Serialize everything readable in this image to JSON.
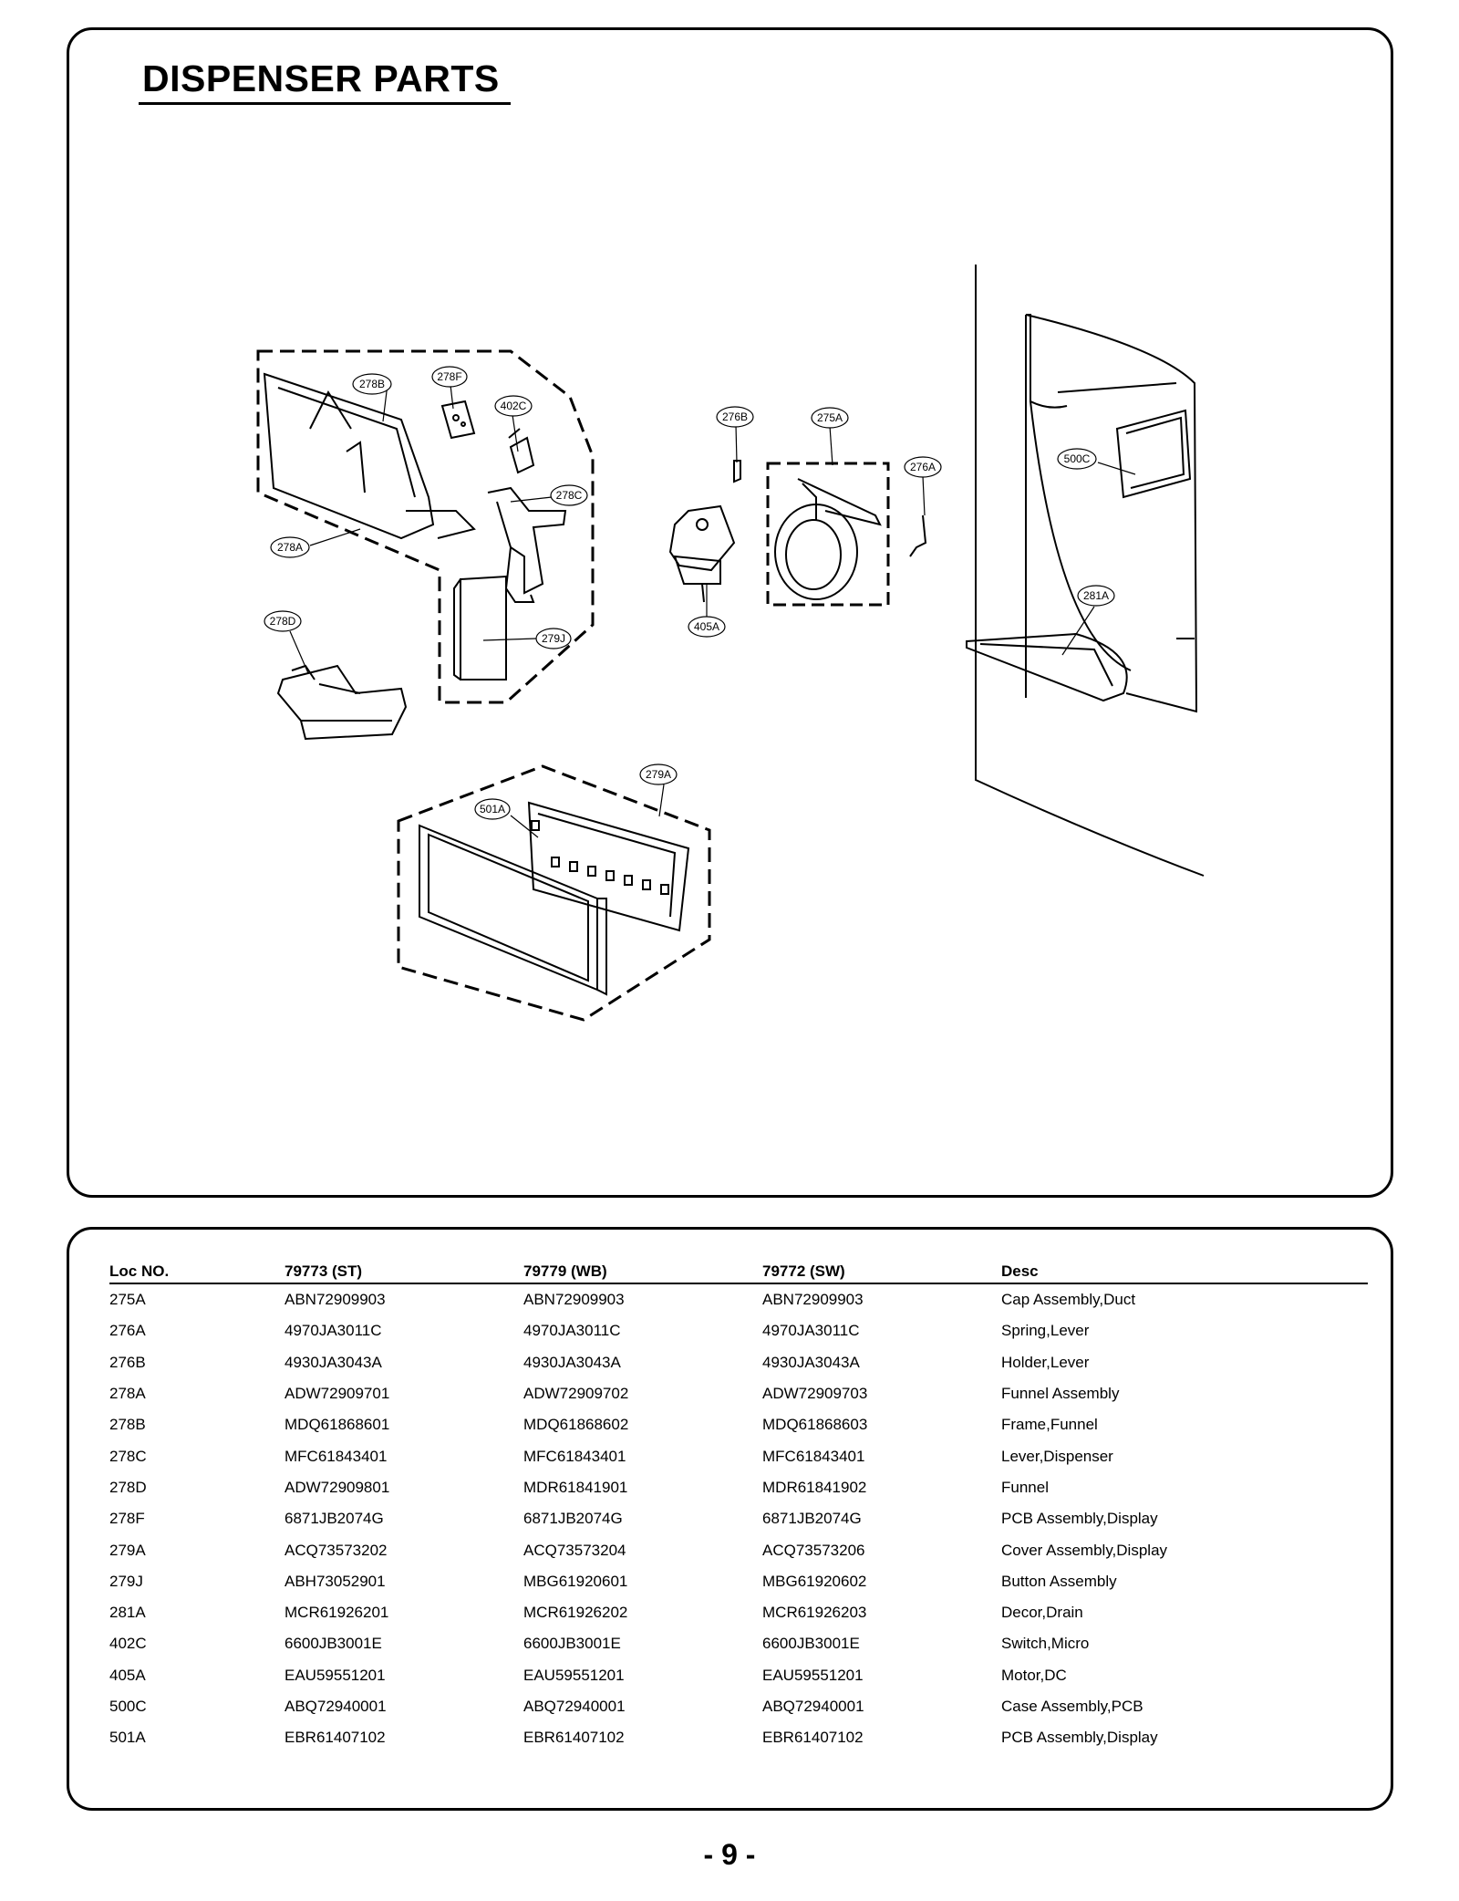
{
  "title": "DISPENSER PARTS",
  "callouts": {
    "c278B": "278B",
    "c278F": "278F",
    "c402C": "402C",
    "c278C": "278C",
    "c278A": "278A",
    "c278D": "278D",
    "c279J": "279J",
    "c276B": "276B",
    "c275A": "275A",
    "c276A": "276A",
    "c405A": "405A",
    "c500C": "500C",
    "c281A": "281A",
    "c279A": "279A",
    "c501A": "501A"
  },
  "table": {
    "headers": [
      "Loc NO.",
      "79773 (ST)",
      "79779 (WB)",
      "79772 (SW)",
      "Desc"
    ],
    "rows": [
      [
        "275A",
        "ABN72909903",
        "ABN72909903",
        "ABN72909903",
        "Cap Assembly,Duct"
      ],
      [
        "276A",
        "4970JA3011C",
        "4970JA3011C",
        "4970JA3011C",
        "Spring,Lever"
      ],
      [
        "276B",
        "4930JA3043A",
        "4930JA3043A",
        "4930JA3043A",
        "Holder,Lever"
      ],
      [
        "278A",
        "ADW72909701",
        "ADW72909702",
        "ADW72909703",
        "Funnel Assembly"
      ],
      [
        "278B",
        "MDQ61868601",
        "MDQ61868602",
        "MDQ61868603",
        "Frame,Funnel"
      ],
      [
        "278C",
        "MFC61843401",
        "MFC61843401",
        "MFC61843401",
        "Lever,Dispenser"
      ],
      [
        "278D",
        "ADW72909801",
        "MDR61841901",
        "MDR61841902",
        "Funnel"
      ],
      [
        "278F",
        "6871JB2074G",
        "6871JB2074G",
        "6871JB2074G",
        "PCB Assembly,Display"
      ],
      [
        "279A",
        "ACQ73573202",
        "ACQ73573204",
        "ACQ73573206",
        "Cover Assembly,Display"
      ],
      [
        "279J",
        "ABH73052901",
        "MBG61920601",
        "MBG61920602",
        "Button Assembly"
      ],
      [
        "281A",
        "MCR61926201",
        "MCR61926202",
        "MCR61926203",
        "Decor,Drain"
      ],
      [
        "402C",
        "6600JB3001E",
        "6600JB3001E",
        "6600JB3001E",
        "Switch,Micro"
      ],
      [
        "405A",
        "EAU59551201",
        "EAU59551201",
        "EAU59551201",
        "Motor,DC"
      ],
      [
        "500C",
        "ABQ72940001",
        "ABQ72940001",
        "ABQ72940001",
        "Case Assembly,PCB"
      ],
      [
        "501A",
        "EBR61407102",
        "EBR61407102",
        "EBR61407102",
        "PCB Assembly,Display"
      ]
    ]
  },
  "page_number": "- 9 -"
}
